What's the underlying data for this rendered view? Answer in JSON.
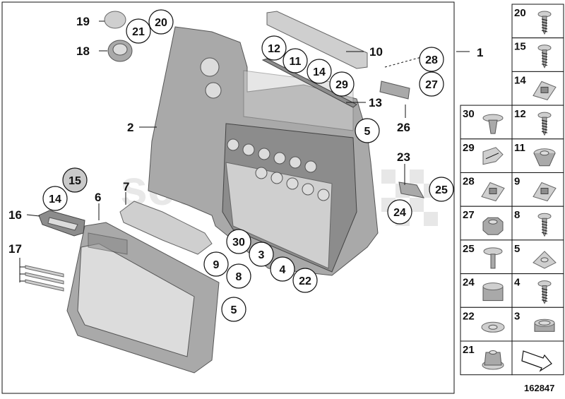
{
  "diagram": {
    "id_number": "162847",
    "watermark": "scuderia",
    "assembly_label": "1",
    "main_labels": [
      {
        "key": "2",
        "text": "2"
      },
      {
        "key": "6",
        "text": "6"
      },
      {
        "key": "7",
        "text": "7"
      },
      {
        "key": "10",
        "text": "10"
      },
      {
        "key": "13",
        "text": "13"
      },
      {
        "key": "16",
        "text": "16"
      },
      {
        "key": "17",
        "text": "17"
      },
      {
        "key": "18",
        "text": "18"
      },
      {
        "key": "19",
        "text": "19"
      },
      {
        "key": "23",
        "text": "23"
      },
      {
        "key": "26",
        "text": "26"
      }
    ],
    "callouts": [
      {
        "key": "20a",
        "text": "20"
      },
      {
        "key": "21a",
        "text": "21"
      },
      {
        "key": "12a",
        "text": "12"
      },
      {
        "key": "11a",
        "text": "11"
      },
      {
        "key": "14a",
        "text": "14"
      },
      {
        "key": "29a",
        "text": "29"
      },
      {
        "key": "28a",
        "text": "28"
      },
      {
        "key": "27a",
        "text": "27"
      },
      {
        "key": "5a",
        "text": "5"
      },
      {
        "key": "15a",
        "text": "15"
      },
      {
        "key": "14b",
        "text": "14"
      },
      {
        "key": "25a",
        "text": "25"
      },
      {
        "key": "24a",
        "text": "24"
      },
      {
        "key": "30a",
        "text": "30"
      },
      {
        "key": "3a",
        "text": "3"
      },
      {
        "key": "9a",
        "text": "9"
      },
      {
        "key": "8a",
        "text": "8"
      },
      {
        "key": "4a",
        "text": "4"
      },
      {
        "key": "22a",
        "text": "22"
      },
      {
        "key": "5b",
        "text": "5"
      }
    ],
    "parts_grid": [
      {
        "key": "20",
        "text": "20",
        "icon": "screw-icon"
      },
      {
        "key": "15",
        "text": "15",
        "icon": "screw-icon"
      },
      {
        "key": "14",
        "text": "14",
        "icon": "clip-nut-icon"
      },
      {
        "key": "30",
        "text": "30",
        "icon": "push-rivet-icon"
      },
      {
        "key": "12",
        "text": "12",
        "icon": "screw-icon"
      },
      {
        "key": "29",
        "text": "29",
        "icon": "spring-clip-icon"
      },
      {
        "key": "11",
        "text": "11",
        "icon": "grommet-icon"
      },
      {
        "key": "28",
        "text": "28",
        "icon": "clip-nut-icon"
      },
      {
        "key": "9",
        "text": "9",
        "icon": "clip-nut-icon"
      },
      {
        "key": "27",
        "text": "27",
        "icon": "hex-nut-icon"
      },
      {
        "key": "8",
        "text": "8",
        "icon": "screw-icon"
      },
      {
        "key": "25",
        "text": "25",
        "icon": "flange-screw-icon"
      },
      {
        "key": "5",
        "text": "5",
        "icon": "speed-nut-icon"
      },
      {
        "key": "24",
        "text": "24",
        "icon": "spacer-sleeve-icon"
      },
      {
        "key": "4",
        "text": "4",
        "icon": "screw-icon"
      },
      {
        "key": "22",
        "text": "22",
        "icon": "lock-washer-icon"
      },
      {
        "key": "3",
        "text": "3",
        "icon": "ring-icon"
      },
      {
        "key": "21",
        "text": "21",
        "icon": "flange-nut-icon"
      },
      {
        "key": "",
        "text": "",
        "icon": "direction-arrow-icon"
      }
    ]
  }
}
